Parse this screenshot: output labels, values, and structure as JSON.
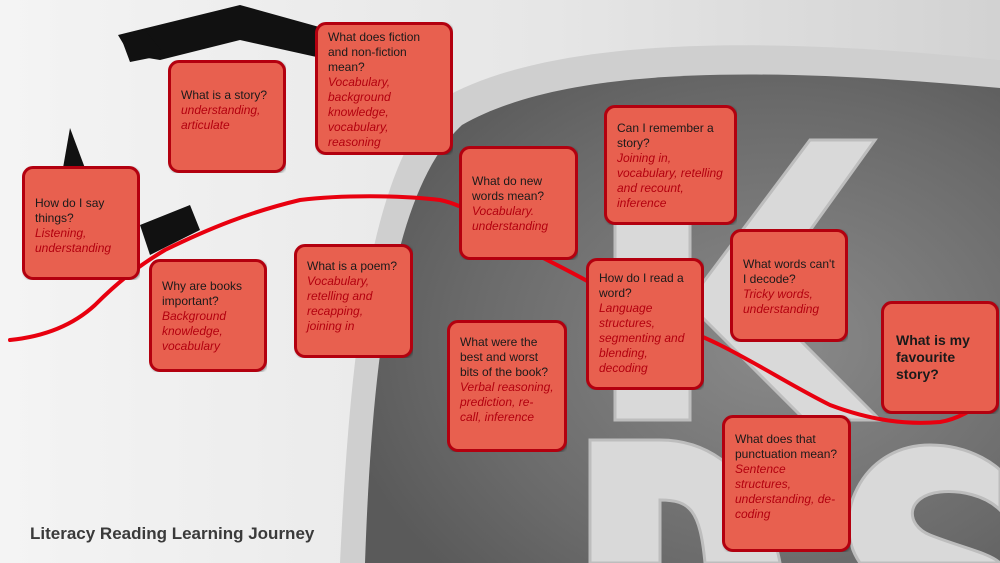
{
  "title": "Literacy Reading Learning Journey",
  "logo_text": "KDS",
  "colors": {
    "box_fill": "#e8604f",
    "box_border": "#b3000f",
    "path_line": "#e8000f",
    "skill_text": "#b3000f"
  },
  "boxes": [
    {
      "question": "How do I say things?",
      "skills": "Listening, understanding"
    },
    {
      "question": "What is a story?",
      "skills": "understanding, articulate"
    },
    {
      "question": "What does fiction and non-fiction mean?",
      "skills": "Vocabulary, background knowledge, vocabulary, reasoning"
    },
    {
      "question": "Why are books important?",
      "skills": "Background knowledge, vocabulary"
    },
    {
      "question": "What is a poem?",
      "skills": "Vocabulary, retelling and recapping, joining in"
    },
    {
      "question": "What do new words mean?",
      "skills": "Vocabulary. understanding"
    },
    {
      "question": "Can I remember a story?",
      "skills": "Joining in, vocabulary, retelling and recount, inference"
    },
    {
      "question": "What were the best and worst bits of the book?",
      "skills": "Verbal reasoning, prediction, re-call, inference"
    },
    {
      "question": "How do I read a word?",
      "skills": "Language structures, segmenting and blending, decoding"
    },
    {
      "question": "What words can't I decode?",
      "skills": "Tricky words, understanding"
    },
    {
      "question": "What is my favourite story?"
    },
    {
      "question": "What does that punctuation mean?",
      "skills": "Sentence structures, understanding, de-coding"
    }
  ]
}
